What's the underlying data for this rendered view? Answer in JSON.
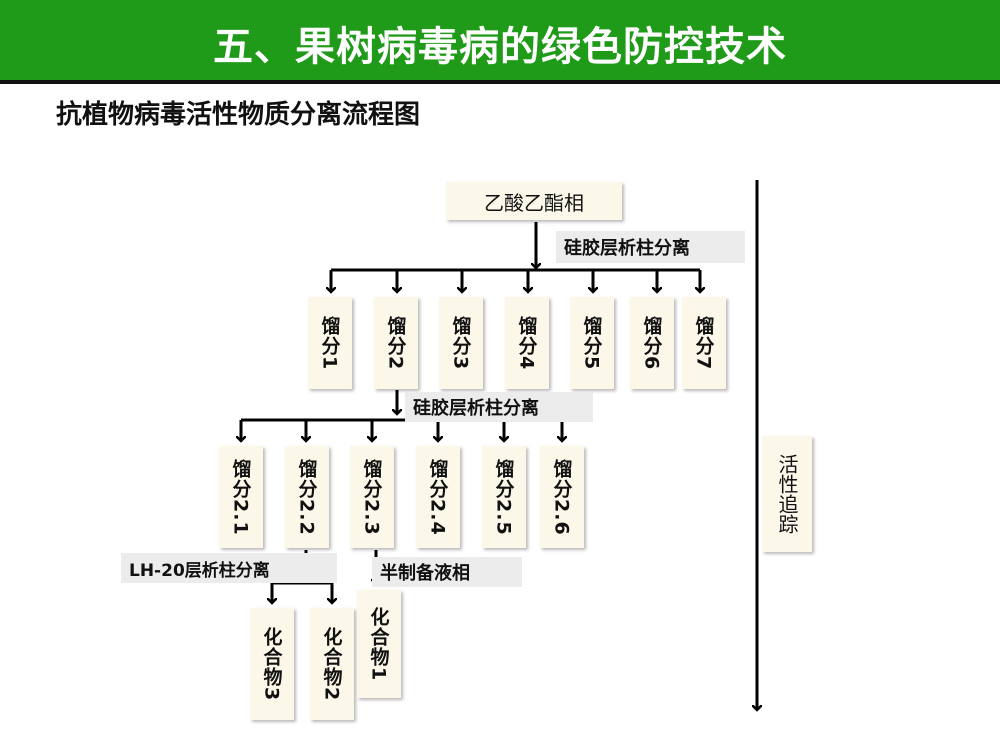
{
  "header": {
    "title": "五、果树病毒病的绿色防控技术"
  },
  "subtitle": "抗植物病毒活性物质分离流程图",
  "diagram": {
    "root": "乙酸乙酯相",
    "step1_label": "硅胶层析柱分离",
    "fractions": [
      "馏分1",
      "馏分2",
      "馏分3",
      "馏分4",
      "馏分5",
      "馏分6",
      "馏分7"
    ],
    "step2_label": "硅胶层析柱分离",
    "subfractions": [
      "馏分2.1",
      "馏分2.2",
      "馏分2.3",
      "馏分2.4",
      "馏分2.5",
      "馏分2.6"
    ],
    "step3_label": "LH-20层析柱分离",
    "step4_label": "半制备液相",
    "compounds": [
      "化合物3",
      "化合物2",
      "化合物1"
    ],
    "tracking": "活性追踪"
  }
}
